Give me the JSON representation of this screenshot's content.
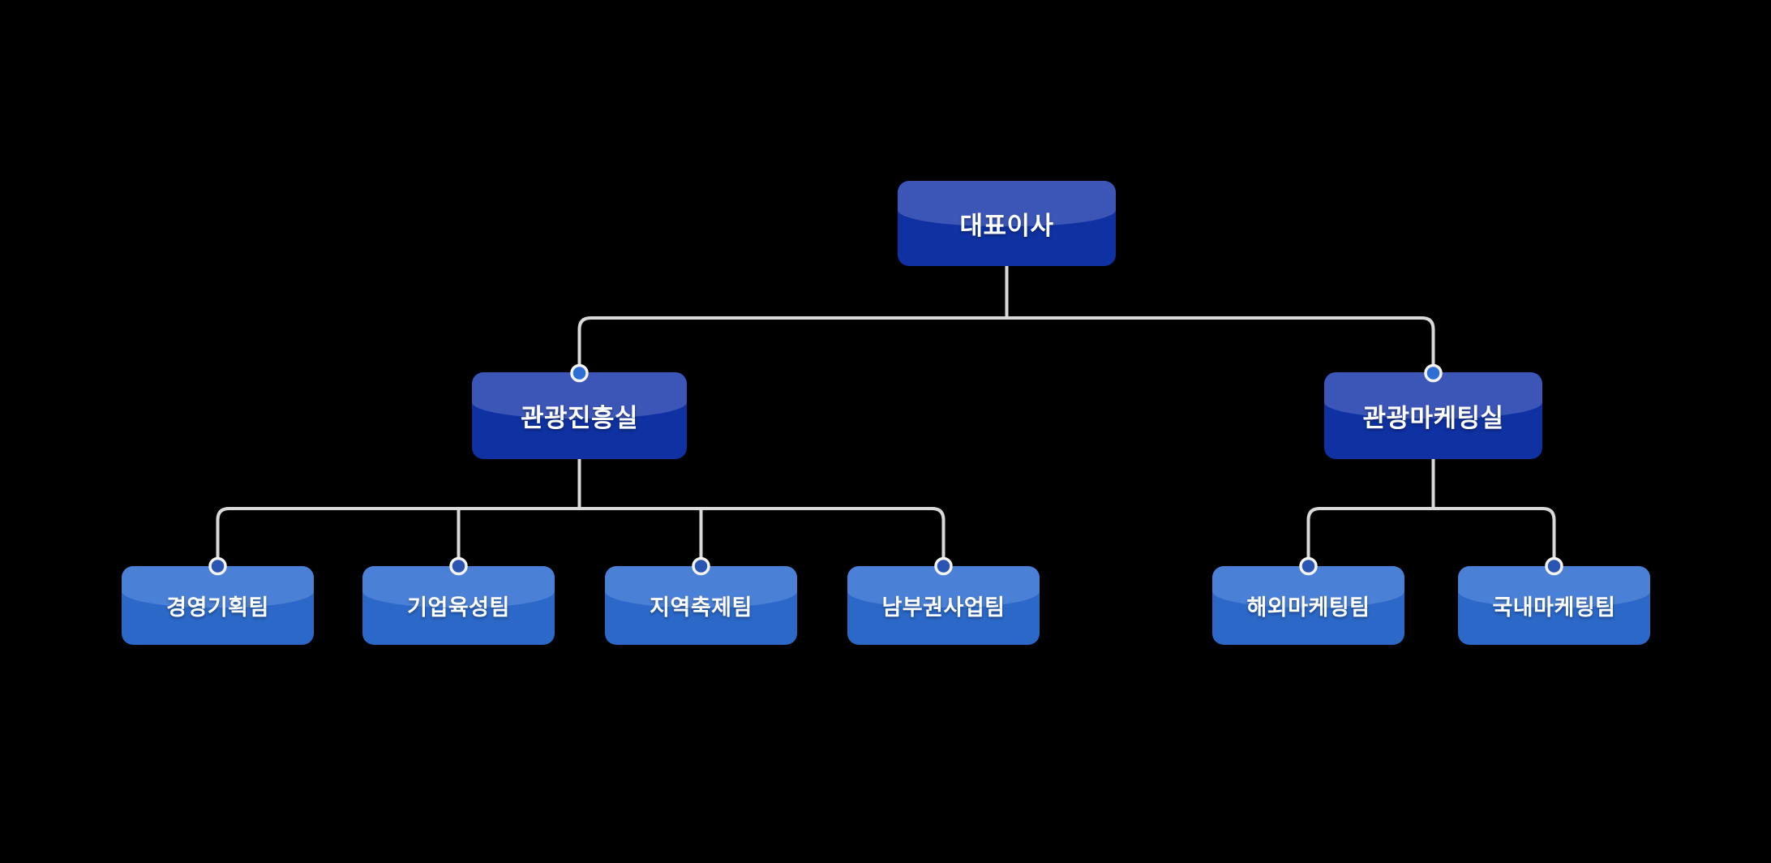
{
  "colors": {
    "background": "#000000",
    "line": "#d9d9d9",
    "dot_ring": "#f4f4f4",
    "dot_fill_office": "#2e6fd6",
    "dot_fill_team": "#2b55b2",
    "dark_box_top": "#3c56b8",
    "dark_box_bottom": "#0f31a1",
    "light_box_top": "#4a80d6",
    "light_box_bottom": "#2b68c8",
    "text": "#ffffff"
  },
  "org_chart": {
    "type": "organization-chart",
    "nodes": [
      {
        "id": "ceo",
        "label": "대표이사",
        "level": 1,
        "parent": null
      },
      {
        "id": "office-1",
        "label": "관광진흥실",
        "level": 2,
        "parent": "ceo"
      },
      {
        "id": "office-2",
        "label": "관광마케팅실",
        "level": 2,
        "parent": "ceo"
      },
      {
        "id": "team-1",
        "label": "경영기획팀",
        "level": 3,
        "parent": "office-1"
      },
      {
        "id": "team-2",
        "label": "기업육성팀",
        "level": 3,
        "parent": "office-1"
      },
      {
        "id": "team-3",
        "label": "지역축제팀",
        "level": 3,
        "parent": "office-1"
      },
      {
        "id": "team-4",
        "label": "남부권사업팀",
        "level": 3,
        "parent": "office-1"
      },
      {
        "id": "team-5",
        "label": "해외마케팅팀",
        "level": 3,
        "parent": "office-2"
      },
      {
        "id": "team-6",
        "label": "국내마케팅팀",
        "level": 3,
        "parent": "office-2"
      }
    ]
  }
}
